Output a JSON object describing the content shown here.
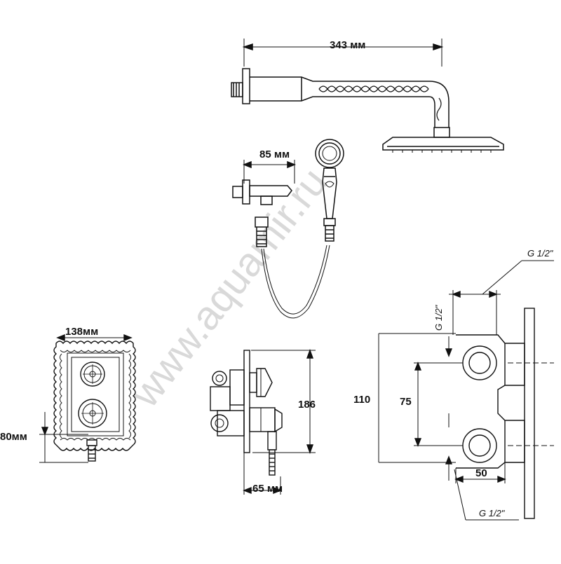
{
  "dimensions": {
    "shower_arm_length": "343 мм",
    "hose_holder_length": "85 мм",
    "plate_width": "138мм",
    "plate_offset": "80мм",
    "mixer_height": "186",
    "mixer_depth": "65 мм",
    "thread_top": "G 1/2\"",
    "thread_side": "G 1/2\"",
    "thread_bottom": "G 1/2\"",
    "body_height": "110",
    "outlet_spacing": "75",
    "body_depth": "50"
  },
  "watermark": "www.aquamir.ru"
}
